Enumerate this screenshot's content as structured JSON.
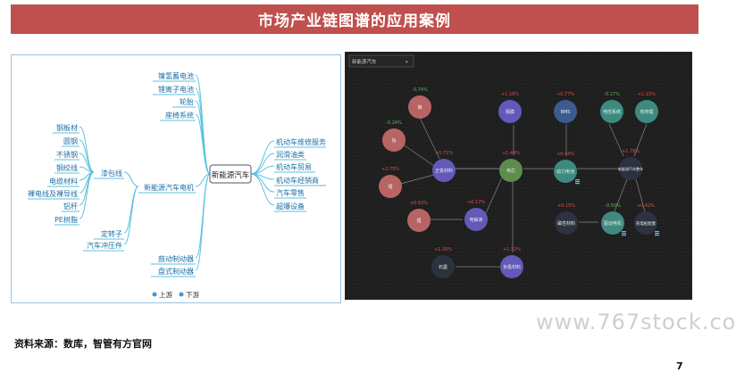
{
  "slide": {
    "title": "市场产业链图谱的应用案例",
    "source": "资料来源：数库，智管有方官网",
    "watermark": "www.767stock.com",
    "page_number": "7"
  },
  "mindmap": {
    "center": "新能源汽车",
    "nodes": {
      "n1": "镍氢蓄电池",
      "n2": "锂离子电池",
      "n3": "轮胎",
      "n4": "座椅系统",
      "n5": "新能源汽车电机",
      "n6": "漆包线",
      "n7": "定转子",
      "n8": "汽车冲压件",
      "n9": "钢板材",
      "n10": "圆钢",
      "n11": "不锈钢",
      "n12": "钢绞线",
      "n13": "电缆材料",
      "n14": "裸电线及裸导线",
      "n15": "铝杆",
      "n16": "PE树脂",
      "n17": "鼓动制动器",
      "n18": "盘式制动器",
      "n19": "机动车维修服务",
      "n20": "润滑油类",
      "n21": "机动车贸易",
      "n22": "机动车经销商",
      "n23": "汽车零售",
      "n24": "超爆设备"
    },
    "legend": {
      "upstream": "上游",
      "downstream": "下游"
    },
    "colors": {
      "line": "#5bc0de",
      "box": "#1d6fa5",
      "legend_dot": "#3a9ad9"
    }
  },
  "graph": {
    "dropdown": "新能源汽车",
    "nodes": {
      "g1": {
        "label": "镍",
        "pct": "-0.74%"
      },
      "g2": {
        "label": "钴",
        "pct": "-0.24%"
      },
      "g3": {
        "label": "锂",
        "pct": "+2.75%"
      },
      "g4": {
        "label": "正极材料",
        "pct": "+0.71%"
      },
      "g5": {
        "label": "隔膜",
        "pct": "+1.16%"
      },
      "g6": {
        "label": "电芯",
        "pct": "+1.44%"
      },
      "g7": {
        "label": "BMS",
        "pct": "+0.77%"
      },
      "g8": {
        "label": "动力电池",
        "pct": "+0.44%"
      },
      "g9": {
        "label": "电控系统",
        "pct": "-0.17%"
      },
      "g10": {
        "label": "热管理",
        "pct": "+1.15%"
      },
      "g11": {
        "label": "新能源汽车整车",
        "pct": "+1.78%"
      },
      "g12": {
        "label": "锂",
        "pct": "+0.62%"
      },
      "g13": {
        "label": "电解液",
        "pct": "+0.17%"
      },
      "g14": {
        "label": "磁性材料",
        "pct": "+0.15%"
      },
      "g15": {
        "label": "驱动电机",
        "pct": "-0.50%"
      },
      "g16": {
        "label": "充电桩配套",
        "pct": "+0.42%"
      },
      "g17": {
        "label": "石墨",
        "pct": "+1.20%"
      },
      "g18": {
        "label": "负极材料",
        "pct": "+1.32%"
      }
    },
    "colors": {
      "red": "#d9534f",
      "green": "#5cb85c",
      "pink": "#b86464",
      "purple": "#6259b8",
      "olive": "#5e8c4e",
      "teal": "#3e8a80",
      "navy": "#3b5c8f",
      "dark": "#2c3240"
    }
  }
}
